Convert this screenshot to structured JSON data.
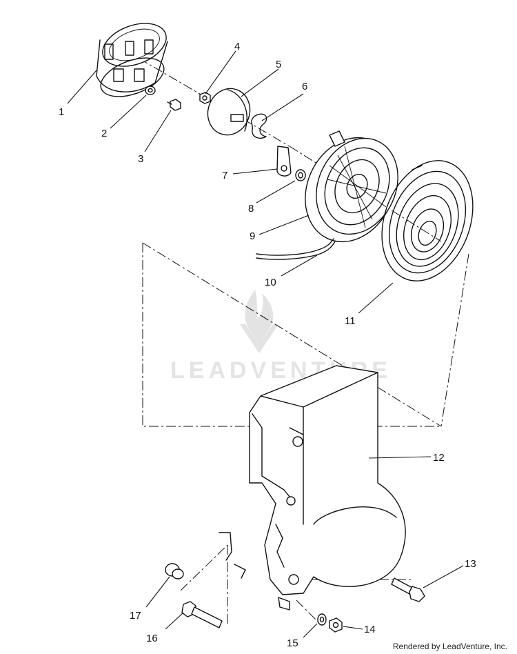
{
  "watermark": {
    "text": "LEADVENTURE"
  },
  "footer": {
    "text": "Rendered by LeadVenture, Inc."
  },
  "callouts": [
    "1",
    "2",
    "3",
    "4",
    "5",
    "6",
    "7",
    "8",
    "9",
    "10",
    "11",
    "12",
    "13",
    "14",
    "15",
    "16",
    "17"
  ]
}
